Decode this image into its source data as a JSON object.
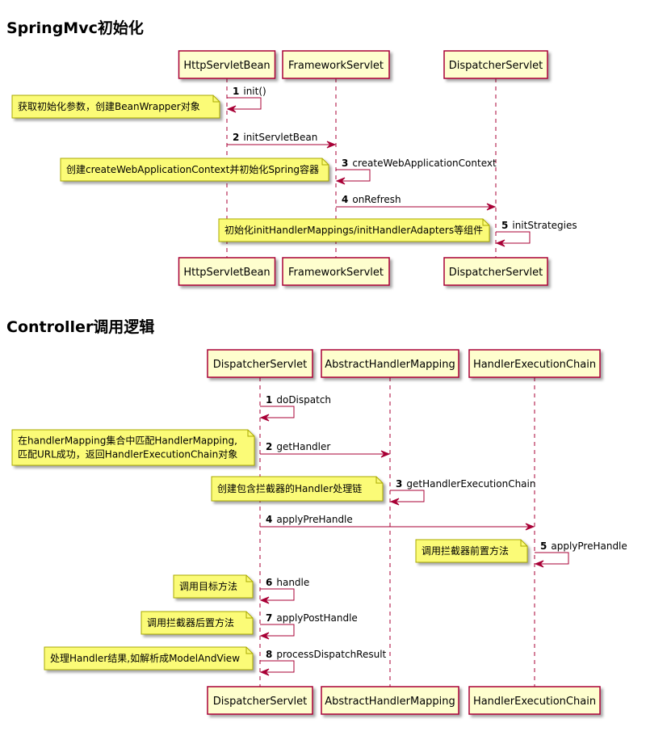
{
  "colors": {
    "participant_fill": "#FEFECE",
    "participant_border": "#A80036",
    "arrow": "#A80036",
    "lifeline": "#A80036",
    "note_fill": "#FBFB77",
    "note_border": "#A8A800"
  },
  "sections": [
    {
      "title": "SpringMvc初始化",
      "participants": [
        "HttpServletBean",
        "FrameworkServlet",
        "DispatcherServlet"
      ],
      "messages": [
        {
          "num": "1",
          "label": "init()",
          "from": 0,
          "to": 0
        },
        {
          "num": "2",
          "label": "initServletBean",
          "from": 0,
          "to": 1
        },
        {
          "num": "3",
          "label": "createWebApplicationContext",
          "from": 1,
          "to": 1
        },
        {
          "num": "4",
          "label": "onRefresh",
          "from": 1,
          "to": 2
        },
        {
          "num": "5",
          "label": "initStrategies",
          "from": 2,
          "to": 2
        }
      ],
      "notes": [
        {
          "text": [
            "获取初始化参数，创建BeanWrapper对象"
          ]
        },
        {
          "text": [
            "创建createWebApplicationContext并初始化Spring容器"
          ]
        },
        {
          "text": [
            "初始化initHandlerMappings/initHandlerAdapters等组件"
          ]
        }
      ]
    },
    {
      "title": "Controller调用逻辑",
      "participants": [
        "DispatcherServlet",
        "AbstractHandlerMapping",
        "HandlerExecutionChain"
      ],
      "messages": [
        {
          "num": "1",
          "label": "doDispatch",
          "from": 0,
          "to": 0
        },
        {
          "num": "2",
          "label": "getHandler",
          "from": 0,
          "to": 1
        },
        {
          "num": "3",
          "label": "getHandlerExecutionChain",
          "from": 1,
          "to": 1
        },
        {
          "num": "4",
          "label": "applyPreHandle",
          "from": 0,
          "to": 2
        },
        {
          "num": "5",
          "label": "applyPreHandle",
          "from": 2,
          "to": 2
        },
        {
          "num": "6",
          "label": "handle",
          "from": 0,
          "to": 0
        },
        {
          "num": "7",
          "label": "applyPostHandle",
          "from": 0,
          "to": 0
        },
        {
          "num": "8",
          "label": "processDispatchResult",
          "from": 0,
          "to": 0
        }
      ],
      "notes": [
        {
          "text": [
            "在handlerMapping集合中匹配HandlerMapping,",
            "匹配URL成功，返回HandlerExecutionChain对象"
          ]
        },
        {
          "text": [
            "创建包含拦截器的Handler处理链"
          ]
        },
        {
          "text": [
            "调用拦截器前置方法"
          ]
        },
        {
          "text": [
            "调用目标方法"
          ]
        },
        {
          "text": [
            "调用拦截器后置方法"
          ]
        },
        {
          "text": [
            "处理Handler结果,如解析成ModelAndView"
          ]
        }
      ]
    }
  ]
}
